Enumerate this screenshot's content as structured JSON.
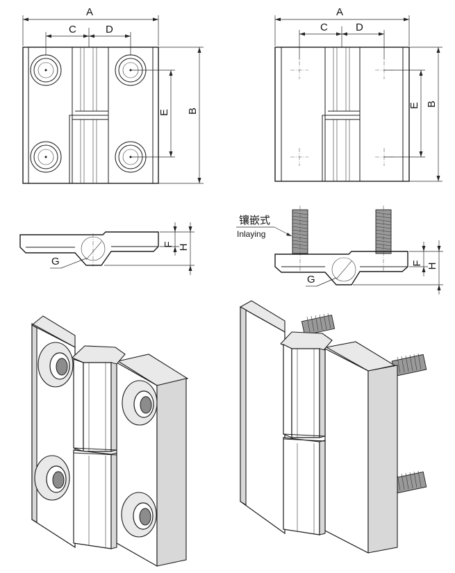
{
  "labels": {
    "A": "A",
    "B": "B",
    "C": "C",
    "D": "D",
    "E": "E",
    "F": "F",
    "G": "G",
    "H": "H"
  },
  "inlay": {
    "cn": "镶嵌式",
    "en": "Inlaying"
  },
  "colors": {
    "line": "#1a1a1a",
    "shade": "#e9e9e9",
    "thread": "#9a9a9a"
  }
}
